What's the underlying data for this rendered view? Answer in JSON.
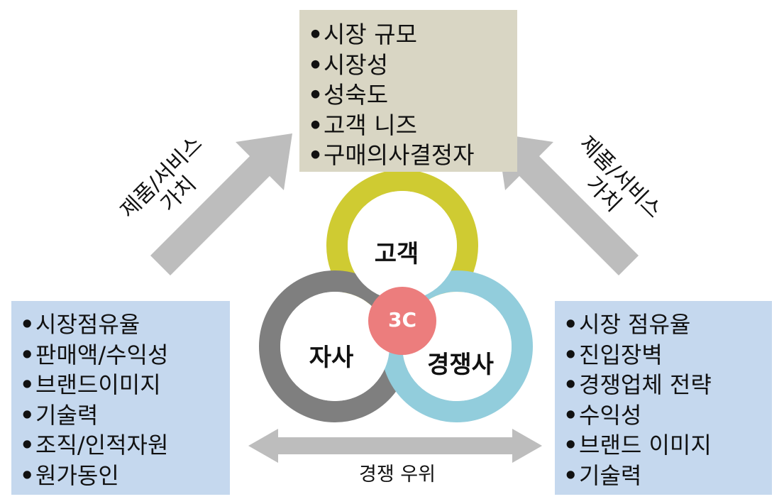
{
  "market": {
    "items": [
      "시장 규모",
      "시장성",
      "성숙도",
      "고객 니즈",
      "구매의사결정자"
    ]
  },
  "company": {
    "items": [
      "시장점유율",
      "판매액/수익성",
      "브랜드이미지",
      "기술력",
      "조직/인적자원",
      "원가동인"
    ]
  },
  "competitor": {
    "items": [
      "시장 점유율",
      "진입장벽",
      "경쟁업체 전략",
      "수익성",
      "브랜드 이미지",
      "기술력"
    ]
  },
  "bullet": "•",
  "arrows": {
    "left_label_line1": "제품/서비스",
    "left_label_line2": "가치",
    "right_label_line1": "제품/서비스",
    "right_label_line2": "가치",
    "bottom_label": "경쟁 우위"
  },
  "circles": {
    "customer": "고객",
    "company": "자사",
    "competitor": "경쟁사",
    "center": "3C"
  },
  "colors": {
    "market_box": "#d9d6c4",
    "side_boxes": "#c5d8ee",
    "arrow": "#bdbdbd",
    "customer_ring": "#cfcb32",
    "company_ring": "#7f7f7f",
    "competitor_ring": "#92cddc",
    "center_circle": "#ec7d7d"
  }
}
